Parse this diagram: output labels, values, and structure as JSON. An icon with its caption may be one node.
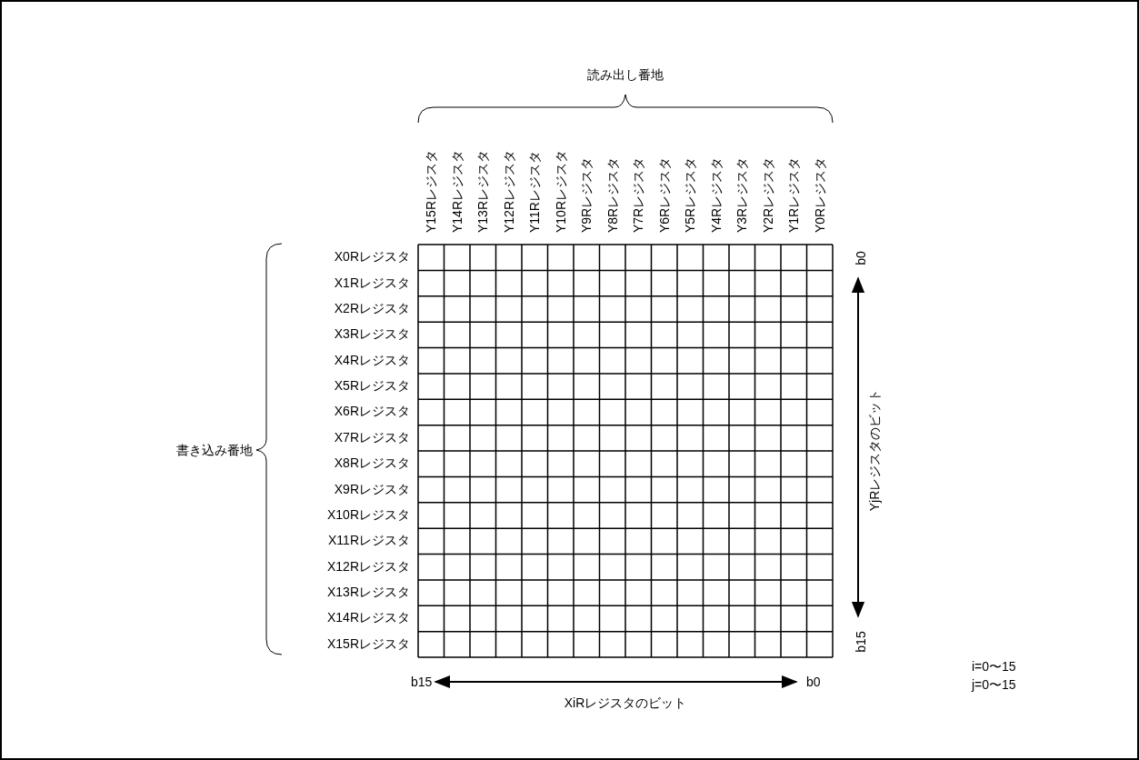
{
  "diagram": {
    "labels": [
      "読み出し番地",
      "Y15Rレジスタ",
      "Y14Rレジスタ",
      "Y13Rレジスタ",
      "Y12Rレジスタ",
      "Y11Rレジスタ",
      "Y10Rレジスタ",
      "Y9Rレジスタ",
      "Y8Rレジスタ",
      "Y7Rレジスタ",
      "Y6Rレジスタ",
      "Y5Rレジスタ",
      "Y4Rレジスタ",
      "Y3Rレジスタ",
      "Y2Rレジスタ",
      "Y1Rレジスタ",
      "Y0Rレジスタ",
      "書き込み番地",
      "X0Rレジスタ",
      "X1Rレジスタ",
      "X2Rレジスタ",
      "X3Rレジスタ",
      "X4Rレジスタ",
      "X5Rレジスタ",
      "X6Rレジスタ",
      "X7Rレジスタ",
      "X8Rレジスタ",
      "X9Rレジスタ",
      "X10Rレジスタ",
      "X11Rレジスタ",
      "X12Rレジスタ",
      "X13Rレジスタ",
      "X14Rレジスタ",
      "X15Rレジスタ",
      "b0",
      "YjRレジスタのビット",
      "b15",
      "b15",
      "XiRレジスタのビット",
      "b0",
      "i=0〜15",
      "j=0〜15"
    ]
  }
}
